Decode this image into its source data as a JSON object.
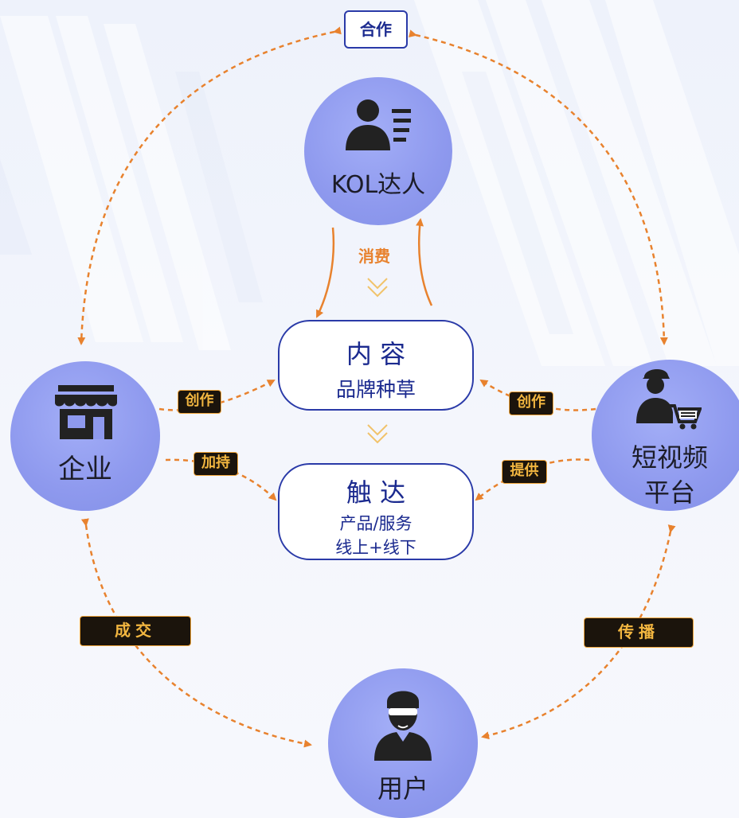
{
  "top_label": "合作",
  "nodes": {
    "kol": "KOL达人",
    "enterprise": "企业",
    "platform_line1": "短视频",
    "platform_line2": "平台",
    "user": "用户"
  },
  "content_box": {
    "title": "内 容",
    "subtitle": "品牌种草"
  },
  "reach_box": {
    "title": "触 达",
    "line1": "产品/服务",
    "line2": "线上+线下"
  },
  "consume_label": "消费",
  "tags": {
    "enterprise_create": "创作",
    "enterprise_support": "加持",
    "platform_create": "创作",
    "platform_provide": "提供",
    "deal": "成交",
    "spread": "传播"
  },
  "colors": {
    "circle_fill": "#8e99ee",
    "box_border": "#2a3aa8",
    "text_blue": "#1b2a8f",
    "arrow_orange": "#e8822e",
    "tag_bg": "#1b140c",
    "tag_text": "#f2b640"
  },
  "icons": [
    "kol-person-list-icon",
    "store-icon",
    "courier-cart-icon",
    "user-glasses-icon"
  ]
}
